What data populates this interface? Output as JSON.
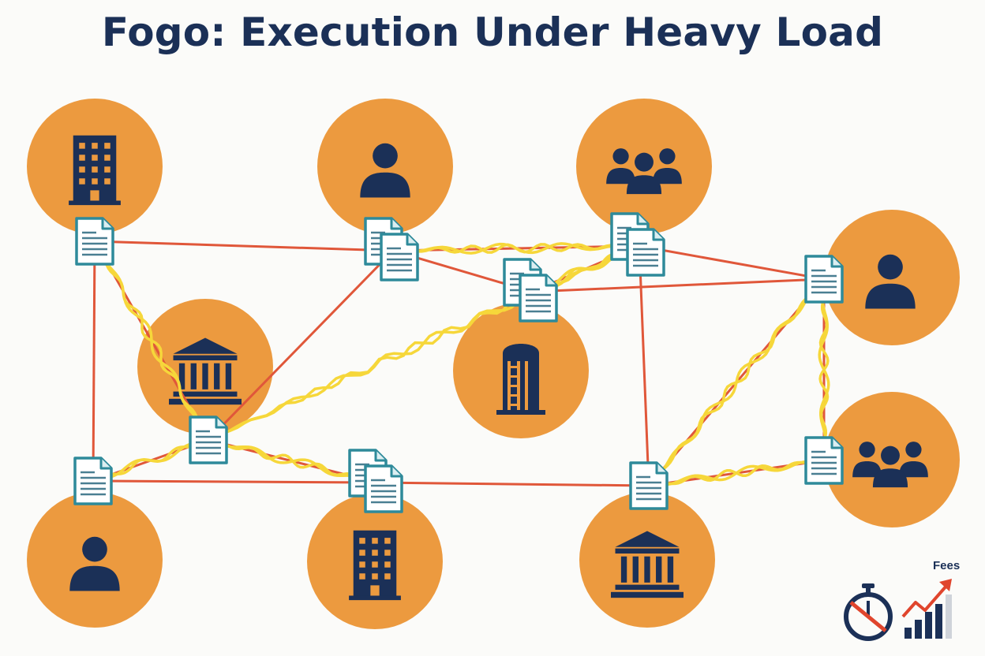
{
  "title": "Fogo: Execution Under Heavy Load",
  "legend": {
    "fees_label": "Fees",
    "icons": [
      "stopwatch-crossed-icon",
      "rising-fees-chart-icon"
    ]
  },
  "colors": {
    "node_fill": "#ec9a3f",
    "icon_fill": "#1b3057",
    "link_red": "#e0573a",
    "link_yellow": "#f6d73a",
    "document_stroke": "#2e8a9a",
    "fees_arrow": "#e0452d"
  },
  "nodes": [
    {
      "id": "n1",
      "icon": "office-building-icon"
    },
    {
      "id": "n2",
      "icon": "person-icon"
    },
    {
      "id": "n3",
      "icon": "group-icon"
    },
    {
      "id": "n4",
      "icon": "person-icon"
    },
    {
      "id": "n5",
      "icon": "bank-icon"
    },
    {
      "id": "n6",
      "icon": "silo-tower-icon"
    },
    {
      "id": "n7",
      "icon": "group-icon"
    },
    {
      "id": "n8",
      "icon": "person-icon"
    },
    {
      "id": "n9",
      "icon": "office-building-icon"
    },
    {
      "id": "n10",
      "icon": "bank-icon"
    }
  ],
  "documents": [
    {
      "id": "d1",
      "stacked": false
    },
    {
      "id": "d2",
      "stacked": true
    },
    {
      "id": "d3",
      "stacked": true
    },
    {
      "id": "d4",
      "stacked": true
    },
    {
      "id": "d5",
      "stacked": false
    },
    {
      "id": "d6",
      "stacked": false
    },
    {
      "id": "d7",
      "stacked": false
    },
    {
      "id": "d8",
      "stacked": true
    },
    {
      "id": "d9",
      "stacked": false
    },
    {
      "id": "d10",
      "stacked": false
    }
  ],
  "red_links": [
    [
      "d1",
      "d2"
    ],
    [
      "d2",
      "d4"
    ],
    [
      "d4",
      "d10"
    ],
    [
      "d3",
      "d2"
    ],
    [
      "d3",
      "d4"
    ],
    [
      "d3",
      "d10"
    ],
    [
      "d10",
      "d7"
    ],
    [
      "d10",
      "d9"
    ],
    [
      "d1",
      "d5"
    ],
    [
      "d1",
      "d6"
    ],
    [
      "d6",
      "d8"
    ],
    [
      "d8",
      "d9"
    ],
    [
      "d9",
      "d7"
    ],
    [
      "d5",
      "d2"
    ],
    [
      "d5",
      "d6"
    ],
    [
      "d5",
      "d8"
    ],
    [
      "d3",
      "d9"
    ]
  ],
  "yellow_links": [
    [
      "d1",
      "d5"
    ],
    [
      "d5",
      "d8"
    ],
    [
      "d5",
      "d3"
    ],
    [
      "d2",
      "d3"
    ],
    [
      "d3",
      "d4"
    ],
    [
      "d6",
      "d5"
    ],
    [
      "d9",
      "d10"
    ],
    [
      "d9",
      "d7"
    ],
    [
      "d10",
      "d7"
    ]
  ]
}
